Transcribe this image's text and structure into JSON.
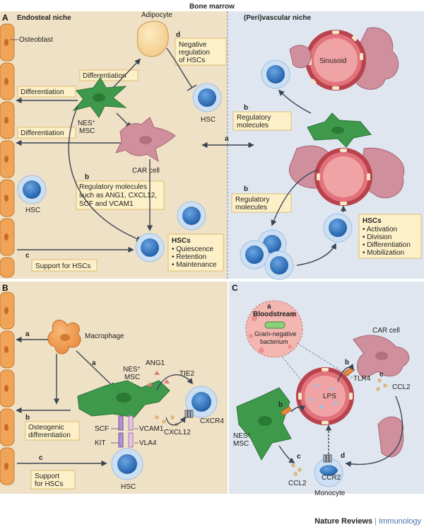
{
  "header": {
    "title": "Bone marrow"
  },
  "panelA": {
    "letter": "A",
    "endosteal_title": "Endosteal niche",
    "vascular_title": "(Peri)vascular niche",
    "osteoblast": "Osteoblast",
    "adipocyte": "Adipocyte",
    "differentiation_1": "Differentiation",
    "differentiation_2": "Differentiation",
    "differentiation_3": "Differentiation",
    "d_letter": "d",
    "neg_reg_1": "Negative",
    "neg_reg_2": "regulation",
    "neg_reg_3": "of HSCs",
    "hsc_top": "HSC",
    "nes_msc_1": "NES",
    "nes_msc_sup": "+",
    "nes_msc_2": "MSC",
    "car_cell": "CAR cell",
    "a_letter": "a",
    "b_letter_1": "b",
    "reg_mol_1": "Regulatory molecules",
    "reg_mol_2": "such as ANG1, CXCL12,",
    "reg_mol_3": "SCF and VCAM1",
    "hsc_left": "HSC",
    "c_letter": "c",
    "support": "Support for HSCs",
    "hscs_box_title": "HSCs",
    "hscs_box_items": [
      "• Quiescence",
      "• Retention",
      "• Maintenance"
    ],
    "sinusoid": "Sinusoid",
    "b_letter_2": "b",
    "reg_right_1": "Regulatory",
    "reg_right_2": "molecules",
    "b_letter_3": "b",
    "reg_right2_1": "Regulatory",
    "reg_right2_2": "molecules",
    "hscs_right_title": "HSCs",
    "hscs_right_items": [
      "• Activation",
      "• Division",
      "• Differentiation",
      "• Mobilization"
    ]
  },
  "panelB": {
    "letter": "B",
    "macrophage": "Macrophage",
    "a_letter_1": "a",
    "a_letter_2": "a",
    "nes_1": "NES",
    "nes_sup": "+",
    "nes_2": "MSC",
    "ang1": "ANG1",
    "tie2": "TIE2",
    "b_letter": "b",
    "osteo_1": "Osteogenic",
    "osteo_2": "differentiation",
    "scf": "SCF",
    "vcam1": "VCAM1",
    "kit": "KIT",
    "vla4": "VLA4",
    "cxcr4": "CXCR4",
    "cxcl12": "CXCL12",
    "c_letter": "c",
    "support_1": "Support",
    "support_2": "for HSCs",
    "hsc": "HSC"
  },
  "panelC": {
    "letter": "C",
    "a_letter": "a",
    "bloodstream": "Bloodstream",
    "gram_1": "Gram-negative",
    "gram_2": "bacterium",
    "car_cell": "CAR cell",
    "b_letter_1": "b",
    "tlr4": "TLR4",
    "lps": "LPS",
    "c_letter_1": "c",
    "ccl2_right": "CCL2",
    "b_letter_2": "b",
    "nes_1": "NES",
    "nes_sup": "+",
    "nes_2": "MSC",
    "c_letter_2": "c",
    "ccl2_left": "CCL2",
    "d_letter": "d",
    "ccr2": "CCR2",
    "monocyte": "Monocyte"
  },
  "footer": {
    "journal": "Nature Reviews",
    "separator": " | ",
    "section": "Immunology"
  },
  "colors": {
    "endosteal_bg": "#efe1c6",
    "vascular_bg": "#dfe6ef",
    "osteoblast": "#f0a457",
    "msc": "#3e9a4a",
    "car": "#cf8f9c",
    "hsc": "#2f78c4",
    "vessel": "#d9505a",
    "box": "#fdf0c8",
    "journal_blue": "#4a6ea9"
  }
}
